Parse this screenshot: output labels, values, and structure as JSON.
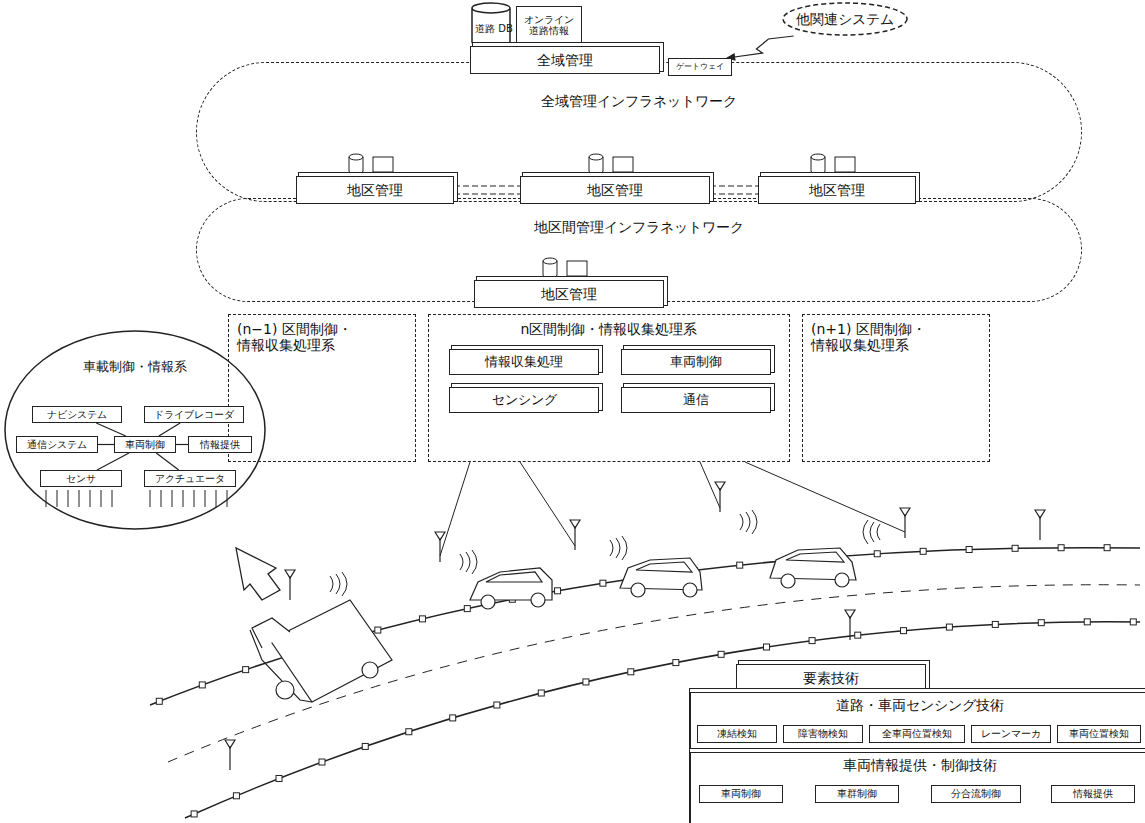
{
  "diagram": {
    "nodes": [
      {
        "text": [
          "道路 DB"
        ]
      },
      {
        "text": [
          "オンライン 道路情報"
        ]
      },
      {
        "text": [
          "全域管理"
        ]
      },
      {
        "text": [
          "ゲートウェイ"
        ]
      },
      {
        "text": [
          "他関連システム"
        ]
      },
      {
        "text": [
          "全域管理インフラネットワーク"
        ]
      },
      {
        "text": [
          "地区管理"
        ]
      },
      {
        "text": [
          "地区管理"
        ]
      },
      {
        "text": [
          "地区管理"
        ]
      },
      {
        "text": [
          "地区間管理インフラネットワーク"
        ]
      },
      {
        "text": [
          "地区管理"
        ]
      },
      {
        "text": [
          "(n−1) 区間制御・ 情報収集処理系"
        ]
      },
      {
        "text": [
          "n区間制御・情報収集処理系"
        ]
      },
      {
        "text": [
          "情報収集処理"
        ],
        "in": 12
      },
      {
        "text": [
          "車両制御"
        ],
        "in": 12
      },
      {
        "text": [
          "センシング"
        ],
        "in": 12
      },
      {
        "text": [
          "通信"
        ],
        "in": 12
      },
      {
        "text": [
          "(n+1) 区間制御・ 情報収集処理系"
        ]
      },
      {
        "text": [
          "車載制御・情報系"
        ]
      },
      {
        "text": [
          "ナビシステム"
        ],
        "in": 18
      },
      {
        "text": [
          "ドライブレコーダ"
        ],
        "in": 18
      },
      {
        "text": [
          "通信システム"
        ],
        "in": 18
      },
      {
        "text": [
          "車両制御"
        ],
        "in": 18
      },
      {
        "text": [
          "情報提供"
        ],
        "in": 18
      },
      {
        "text": [
          "センサ"
        ],
        "in": 18
      },
      {
        "text": [
          "アクチュエータ"
        ],
        "in": 18
      },
      {
        "text": [
          "要素技術"
        ]
      },
      {
        "text": [
          "道路・車両センシング技術"
        ]
      },
      {
        "text": [
          "凍結検知"
        ],
        "in": 27
      },
      {
        "text": [
          "障害物検知"
        ],
        "in": 27
      },
      {
        "text": [
          "全車両位置検知"
        ],
        "in": 27
      },
      {
        "text": [
          "レーンマーカ"
        ],
        "in": 27
      },
      {
        "text": [
          "車両位置検知"
        ],
        "in": 27
      },
      {
        "text": [
          "車両情報提供・制御技術"
        ]
      },
      {
        "text": [
          "車両制御"
        ],
        "in": 33
      },
      {
        "text": [
          "車群制御"
        ],
        "in": 33
      },
      {
        "text": [
          "分合流制御"
        ],
        "in": 33
      },
      {
        "text": [
          "情報提供"
        ],
        "in": 33
      }
    ],
    "edges": [
      {
        "from": 4,
        "to": 3,
        "arrow": "to"
      },
      {
        "from": 6,
        "to": 7,
        "arrow": "none"
      },
      {
        "from": 7,
        "to": 8,
        "arrow": "none"
      },
      {
        "from": 22,
        "to": 19,
        "arrow": "none"
      },
      {
        "from": 22,
        "to": 20,
        "arrow": "none"
      },
      {
        "from": 22,
        "to": 21,
        "arrow": "none"
      },
      {
        "from": 22,
        "to": 23,
        "arrow": "none"
      },
      {
        "from": 22,
        "to": 24,
        "arrow": "none"
      },
      {
        "from": 22,
        "to": 25,
        "arrow": "none"
      }
    ]
  }
}
